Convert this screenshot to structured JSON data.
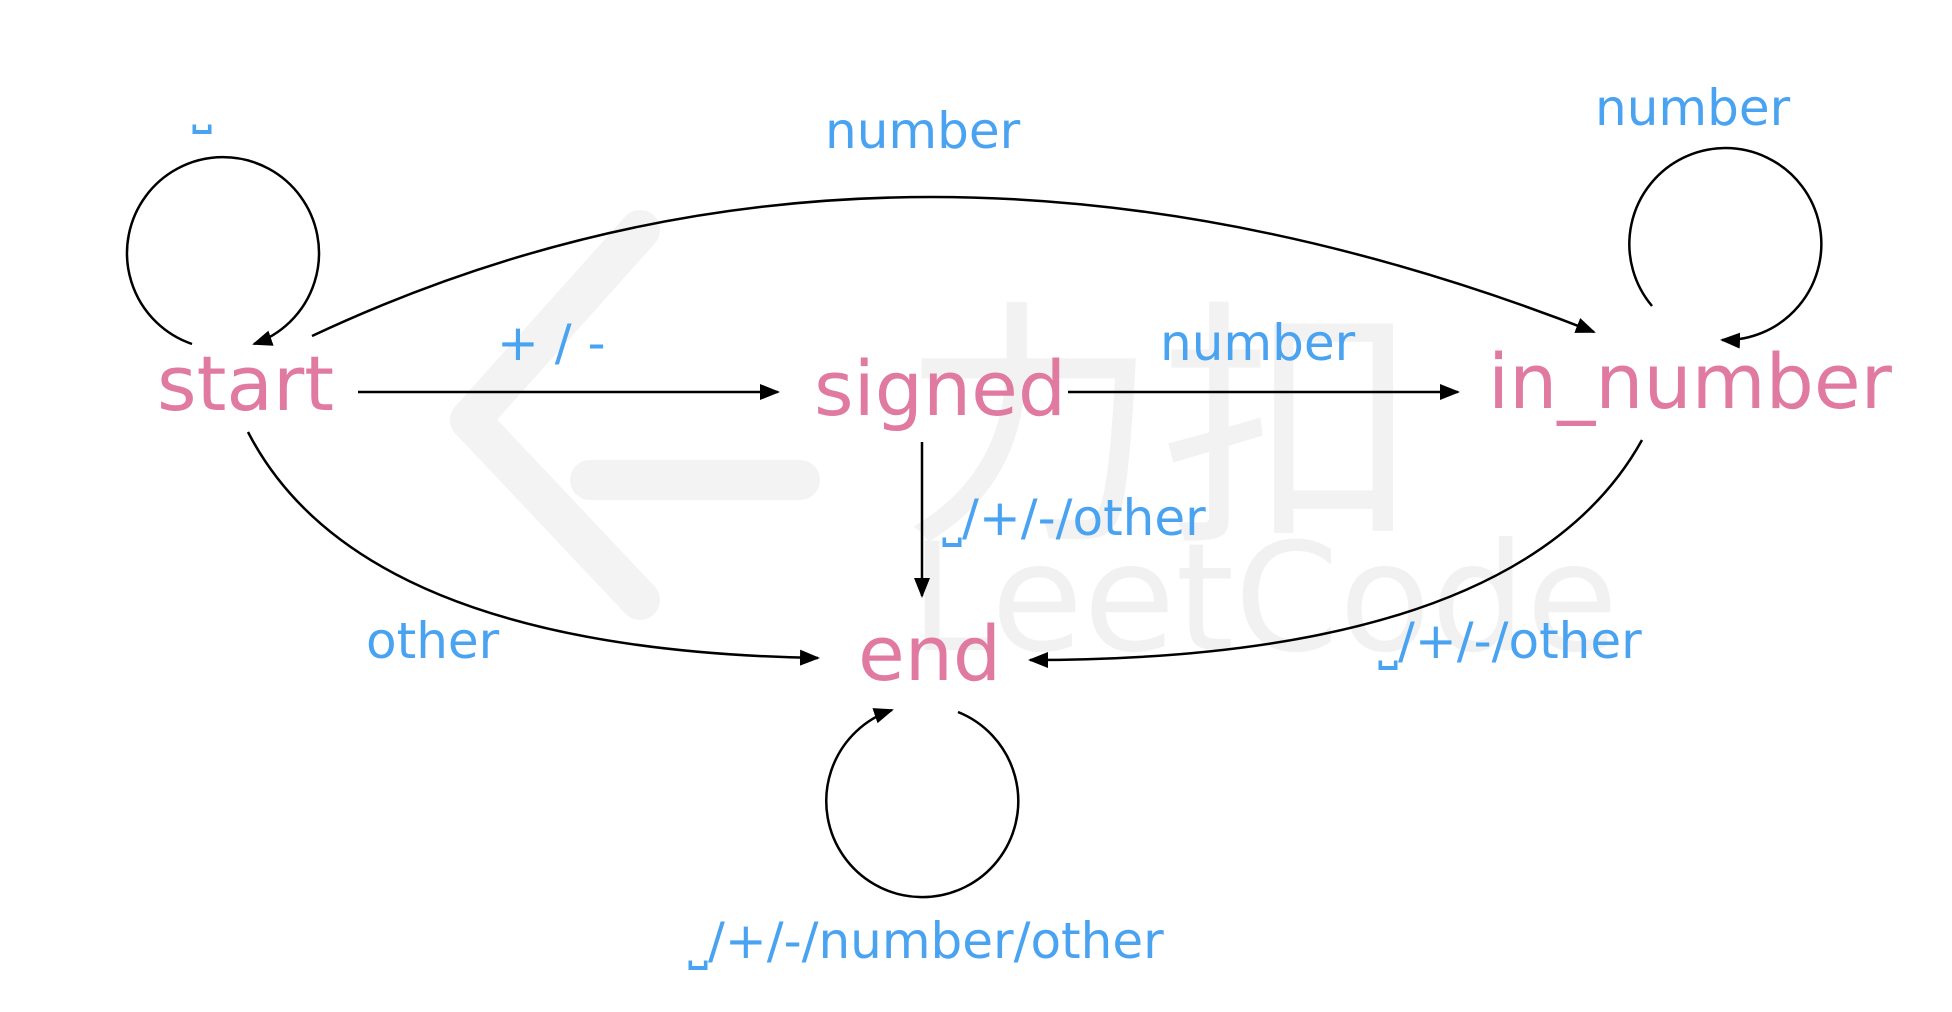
{
  "watermark": {
    "brand_cn": "力扣",
    "brand_en": "LeetCode"
  },
  "states": {
    "start": "start",
    "signed": "signed",
    "in_number": "in_number",
    "end": "end"
  },
  "edges": {
    "start_loop": "⎵",
    "start_to_signed": "+ / -",
    "start_to_in_number": "number",
    "start_to_end": "other",
    "signed_to_in_number": "number",
    "signed_to_end": "⎵/+/-/other",
    "in_number_loop": "number",
    "in_number_to_end": "⎵/+/-/other",
    "end_loop": "⎵/+/-/number/other"
  },
  "colors": {
    "state": "#e07aa0",
    "label": "#4aa3f0",
    "edge": "#000000"
  }
}
